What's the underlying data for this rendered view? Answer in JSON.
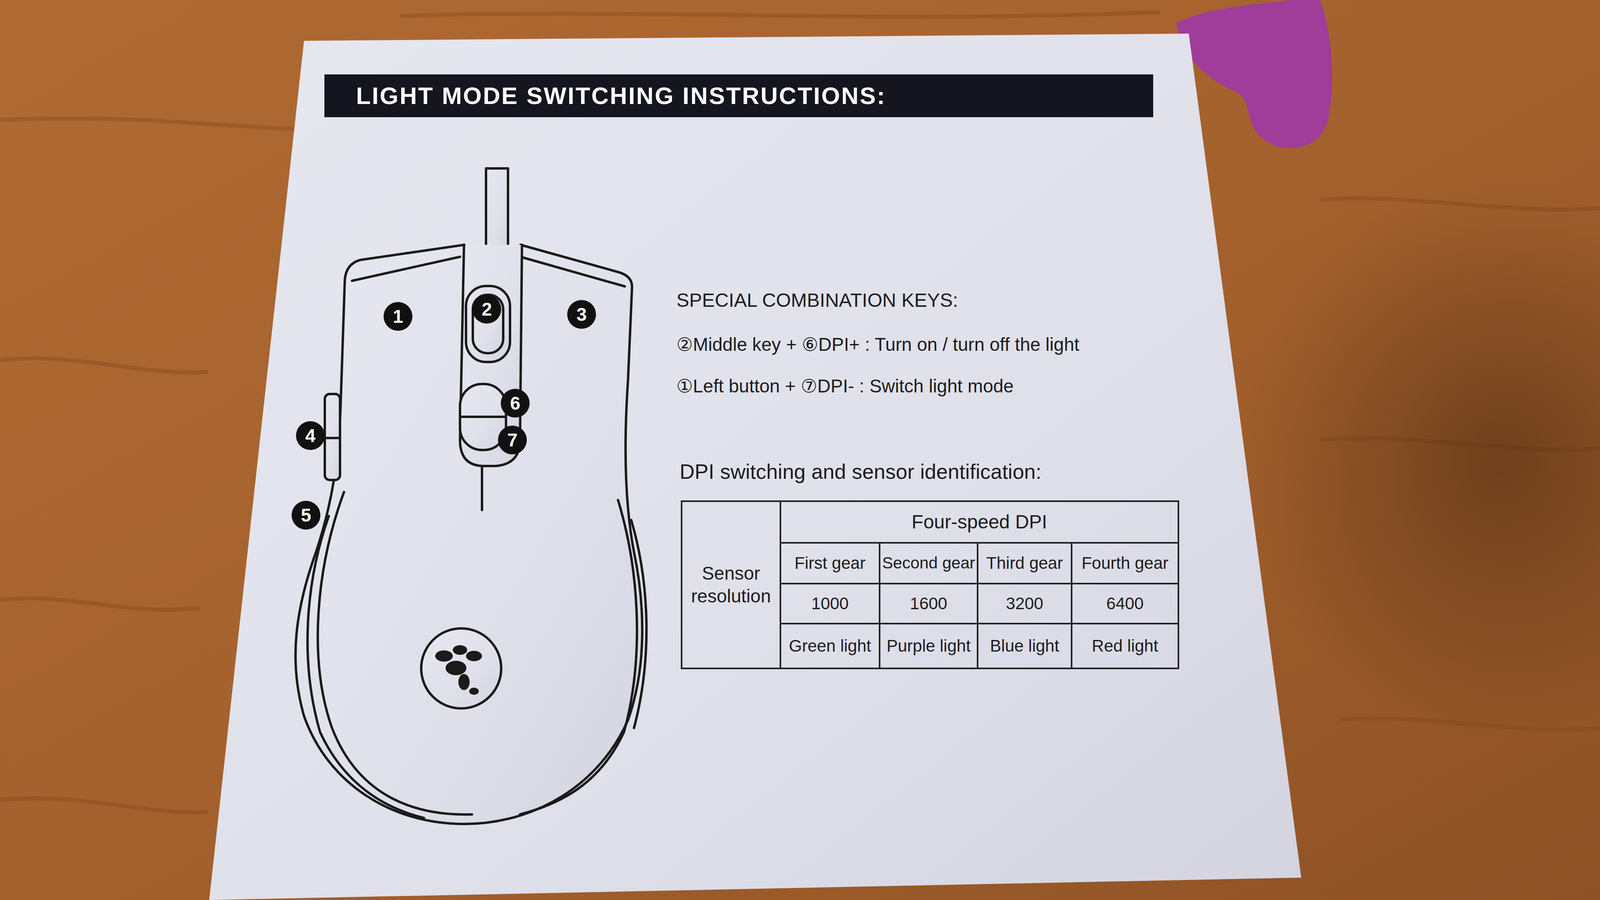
{
  "diagram": {
    "title": "LIGHT MODE SWITCHING INSTRUCTIONS:",
    "labels": [
      "1",
      "2",
      "3",
      "4",
      "5",
      "6",
      "7",
      "SPECIAL COMBINATION KEYS:",
      "②Middle key + ⑥DPI+ : Turn on / turn off the light",
      "①Left button + ⑦DPI- : Switch light mode",
      "DPI switching and sensor identification:",
      "Sensor resolution",
      "Four-speed DPI",
      "First gear",
      "Second gear",
      "Third gear",
      "Fourth gear",
      "1000",
      "1600",
      "3200",
      "6400",
      "Green light",
      "Purple light",
      "Blue light",
      "Red light"
    ]
  }
}
